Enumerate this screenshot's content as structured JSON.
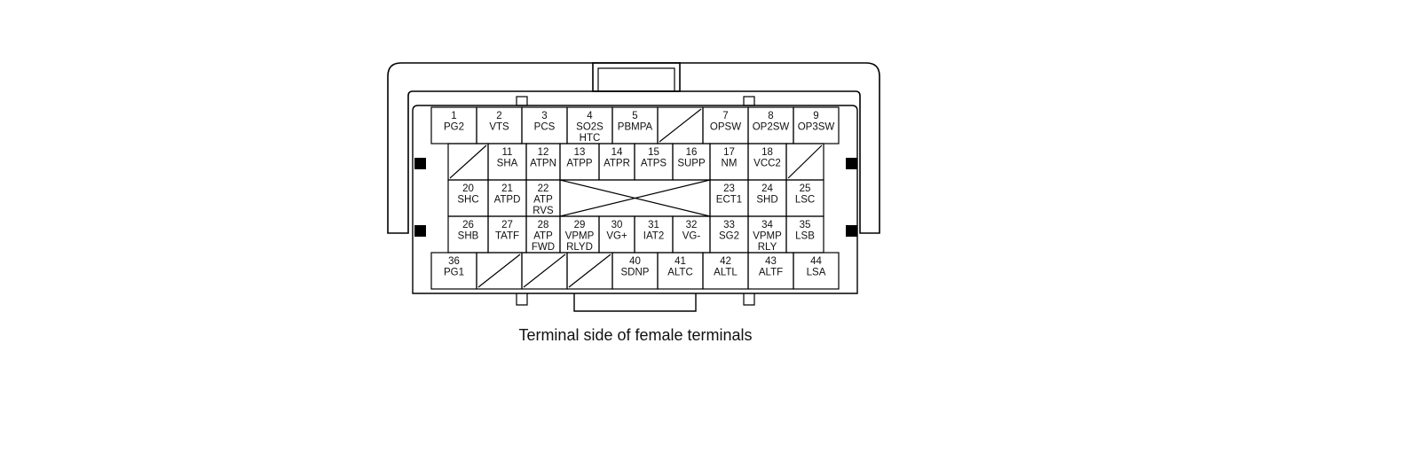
{
  "caption": "Terminal side of female terminals",
  "rows": [
    [
      {
        "num": "1",
        "label": [
          "PG2"
        ]
      },
      {
        "num": "2",
        "label": [
          "VTS"
        ]
      },
      {
        "num": "3",
        "label": [
          "PCS"
        ]
      },
      {
        "num": "4",
        "label": [
          "SO2S",
          "HTC"
        ]
      },
      {
        "num": "5",
        "label": [
          "PBMPA"
        ]
      },
      {
        "blank": true
      },
      {
        "num": "7",
        "label": [
          "OPSW"
        ]
      },
      {
        "num": "8",
        "label": [
          "OP2SW"
        ]
      },
      {
        "num": "9",
        "label": [
          "OP3SW"
        ]
      }
    ],
    [
      {
        "blank": true
      },
      {
        "num": "11",
        "label": [
          "SHA"
        ]
      },
      {
        "num": "12",
        "label": [
          "ATPN"
        ]
      },
      {
        "num": "13",
        "label": [
          "ATPP"
        ]
      },
      {
        "num": "14",
        "label": [
          "ATPR"
        ]
      },
      {
        "num": "15",
        "label": [
          "ATPS"
        ]
      },
      {
        "num": "16",
        "label": [
          "SUPP"
        ]
      },
      {
        "num": "17",
        "label": [
          "NM"
        ]
      },
      {
        "num": "18",
        "label": [
          "VCC2"
        ]
      },
      {
        "blank": true
      }
    ],
    [
      {
        "num": "20",
        "label": [
          "SHC"
        ]
      },
      {
        "num": "21",
        "label": [
          "ATPD"
        ]
      },
      {
        "num": "22",
        "label": [
          "ATP",
          "RVS"
        ]
      },
      {
        "num": "23",
        "label": [
          "ECT1"
        ]
      },
      {
        "num": "24",
        "label": [
          "SHD"
        ]
      },
      {
        "num": "25",
        "label": [
          "LSC"
        ]
      }
    ],
    [
      {
        "num": "26",
        "label": [
          "SHB"
        ]
      },
      {
        "num": "27",
        "label": [
          "TATF"
        ]
      },
      {
        "num": "28",
        "label": [
          "ATP",
          "FWD"
        ]
      },
      {
        "num": "29",
        "label": [
          "VPMP",
          "RLYD"
        ]
      },
      {
        "num": "30",
        "label": [
          "VG+"
        ]
      },
      {
        "num": "31",
        "label": [
          "IAT2"
        ]
      },
      {
        "num": "32",
        "label": [
          "VG-"
        ]
      },
      {
        "num": "33",
        "label": [
          "SG2"
        ]
      },
      {
        "num": "34",
        "label": [
          "VPMP",
          "RLY"
        ]
      },
      {
        "num": "35",
        "label": [
          "LSB"
        ]
      }
    ],
    [
      {
        "num": "36",
        "label": [
          "PG1"
        ]
      },
      {
        "blank": true
      },
      {
        "blank": true
      },
      {
        "blank": true
      },
      {
        "num": "40",
        "label": [
          "SDNP"
        ]
      },
      {
        "num": "41",
        "label": [
          "ALTC"
        ]
      },
      {
        "num": "42",
        "label": [
          "ALTL"
        ]
      },
      {
        "num": "43",
        "label": [
          "ALTF"
        ]
      },
      {
        "num": "44",
        "label": [
          "LSA"
        ]
      }
    ]
  ]
}
